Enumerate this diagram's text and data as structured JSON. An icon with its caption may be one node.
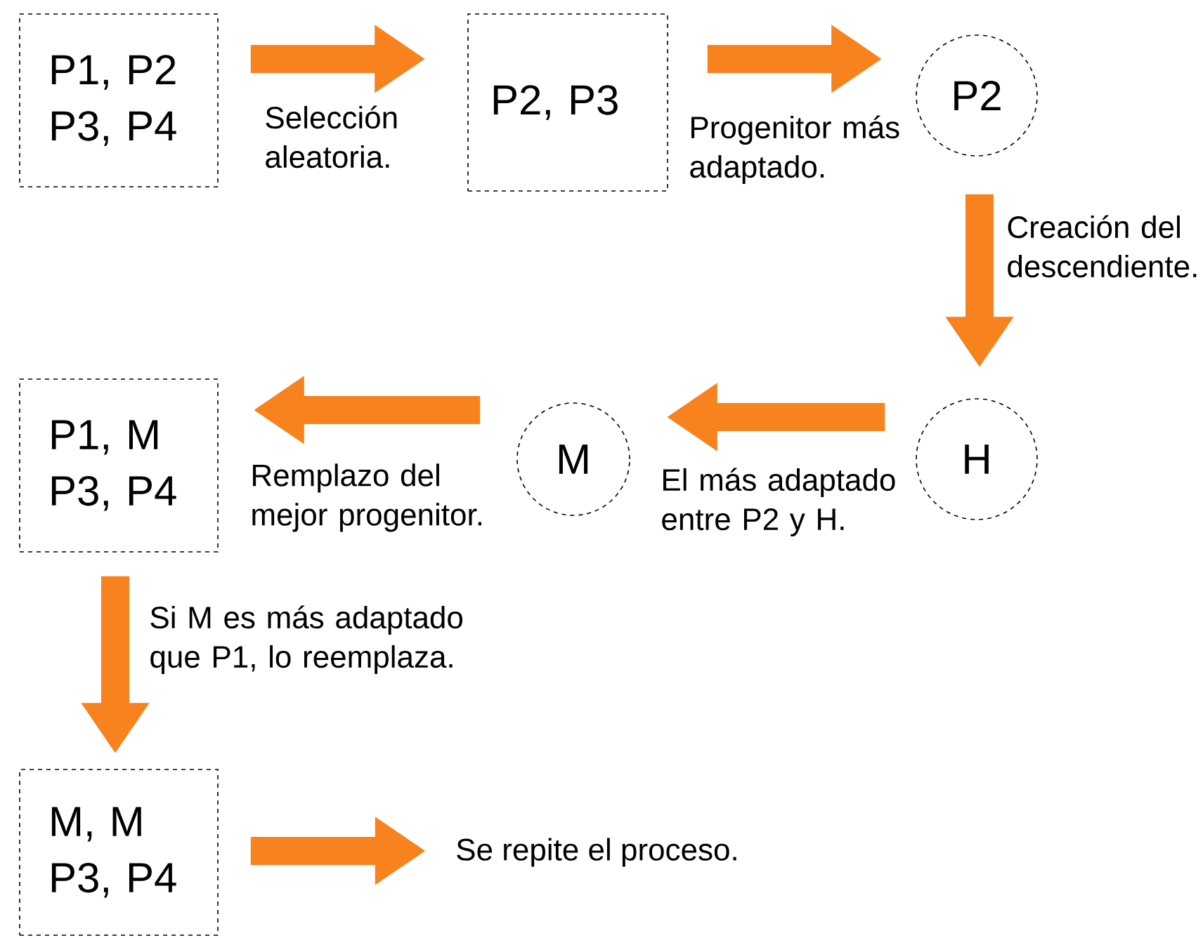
{
  "diagram": {
    "nodes": [
      {
        "text": [
          "P1, P2 P3, P4"
        ]
      },
      {
        "text": [
          "P2, P3"
        ]
      },
      {
        "text": [
          "P2"
        ]
      },
      {
        "text": [
          "H"
        ]
      },
      {
        "text": [
          "M"
        ]
      },
      {
        "text": [
          "P1, M P3, P4"
        ]
      },
      {
        "text": [
          "M, M P3, P4"
        ]
      },
      {
        "text": [
          "Se repite el proceso."
        ]
      }
    ],
    "edges": [
      {
        "from": 0,
        "to": 1,
        "arrow": "to",
        "label": "Selección aleatoria."
      },
      {
        "from": 1,
        "to": 2,
        "arrow": "to",
        "label": "Progenitor más adaptado."
      },
      {
        "from": 2,
        "to": 3,
        "arrow": "to",
        "label": "Creación del descendiente."
      },
      {
        "from": 3,
        "to": 4,
        "arrow": "to",
        "label": "El más adaptado entre P2 y H."
      },
      {
        "from": 4,
        "to": 5,
        "arrow": "to",
        "label": "Remplazo del mejor progenitor."
      },
      {
        "from": 5,
        "to": 6,
        "arrow": "to",
        "label": "Si M es más adaptado que P1, lo reemplaza."
      },
      {
        "from": 6,
        "to": 7,
        "arrow": "to"
      }
    ]
  }
}
